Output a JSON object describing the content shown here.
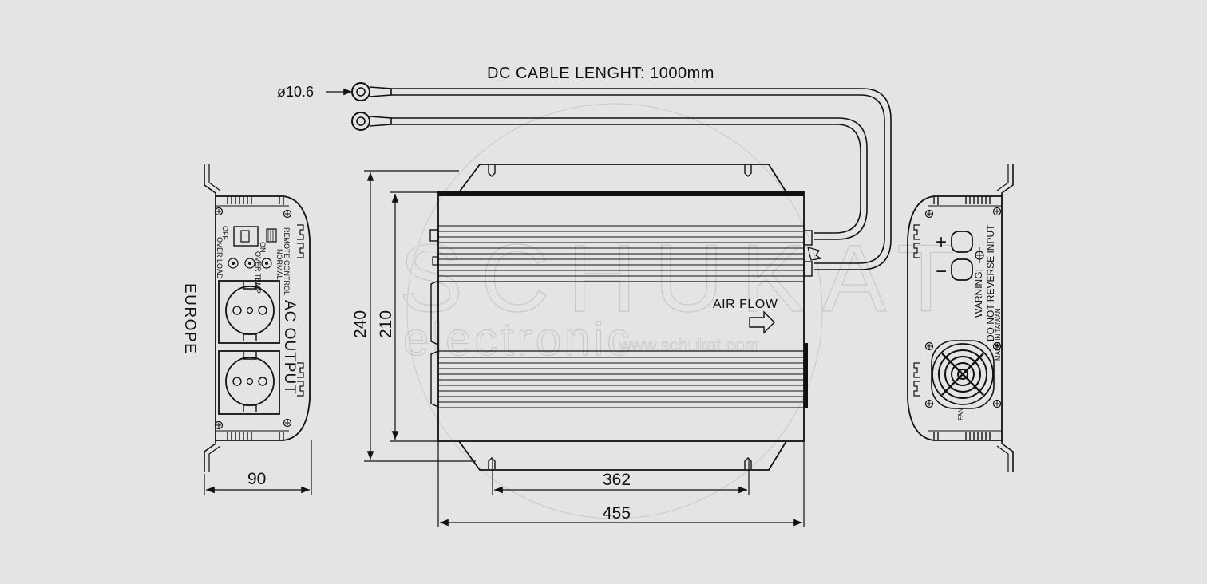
{
  "labels": {
    "cable_length": "DC CABLE LENGHT: 1000mm",
    "ring_diameter": "ø10.6",
    "region": "EUROPE",
    "ac_output": "AC OUTPUT",
    "off": "OFF",
    "on": "ON",
    "remote_control": "REMOTE CONTROL",
    "normal": "NORMAL",
    "over_temp": "OVER TEMP",
    "over_load": "OVER LOAD",
    "air_flow": "AIR FLOW",
    "warning": "WARNING:",
    "reverse_input": "DO NOT REVERSE INPUT",
    "made_in": "MADE IN TAIWAN",
    "fan": "FAN",
    "plus": "+",
    "minus": "−"
  },
  "dimensions": {
    "side_width": "90",
    "mount_spacing": "362",
    "total_length": "455",
    "total_height": "240",
    "body_height": "210"
  },
  "watermark": {
    "brand": "SCHUKAT",
    "sub": "electronic",
    "url": "www.schukat.com"
  }
}
